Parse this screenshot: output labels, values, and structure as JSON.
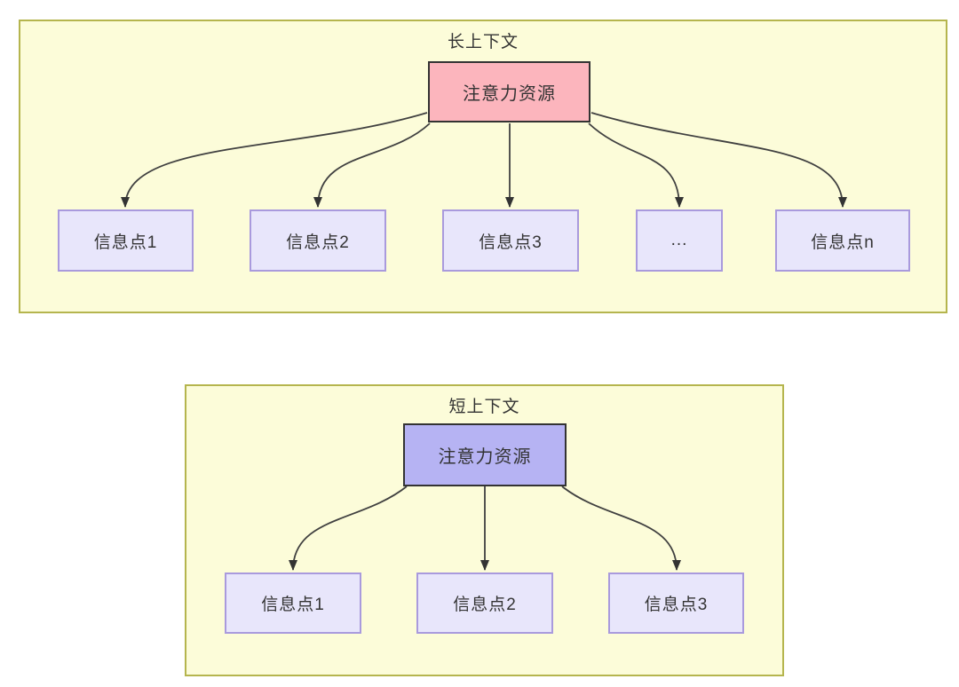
{
  "long_context": {
    "title": "长上下文",
    "attention_label": "注意力资源",
    "nodes": [
      "信息点1",
      "信息点2",
      "信息点3",
      "...",
      "信息点n"
    ]
  },
  "short_context": {
    "title": "短上下文",
    "attention_label": "注意力资源",
    "nodes": [
      "信息点1",
      "信息点2",
      "信息点3"
    ]
  },
  "colors": {
    "group_fill": "#fcfcd9",
    "group_border": "#b5b54e",
    "attention_long_fill": "#fcb5bd",
    "attention_short_fill": "#b6b3f3",
    "attention_border": "#333333",
    "info_fill": "#e8e6fb",
    "info_border": "#a99add",
    "edge_color": "#404040",
    "text_color": "#333333"
  }
}
